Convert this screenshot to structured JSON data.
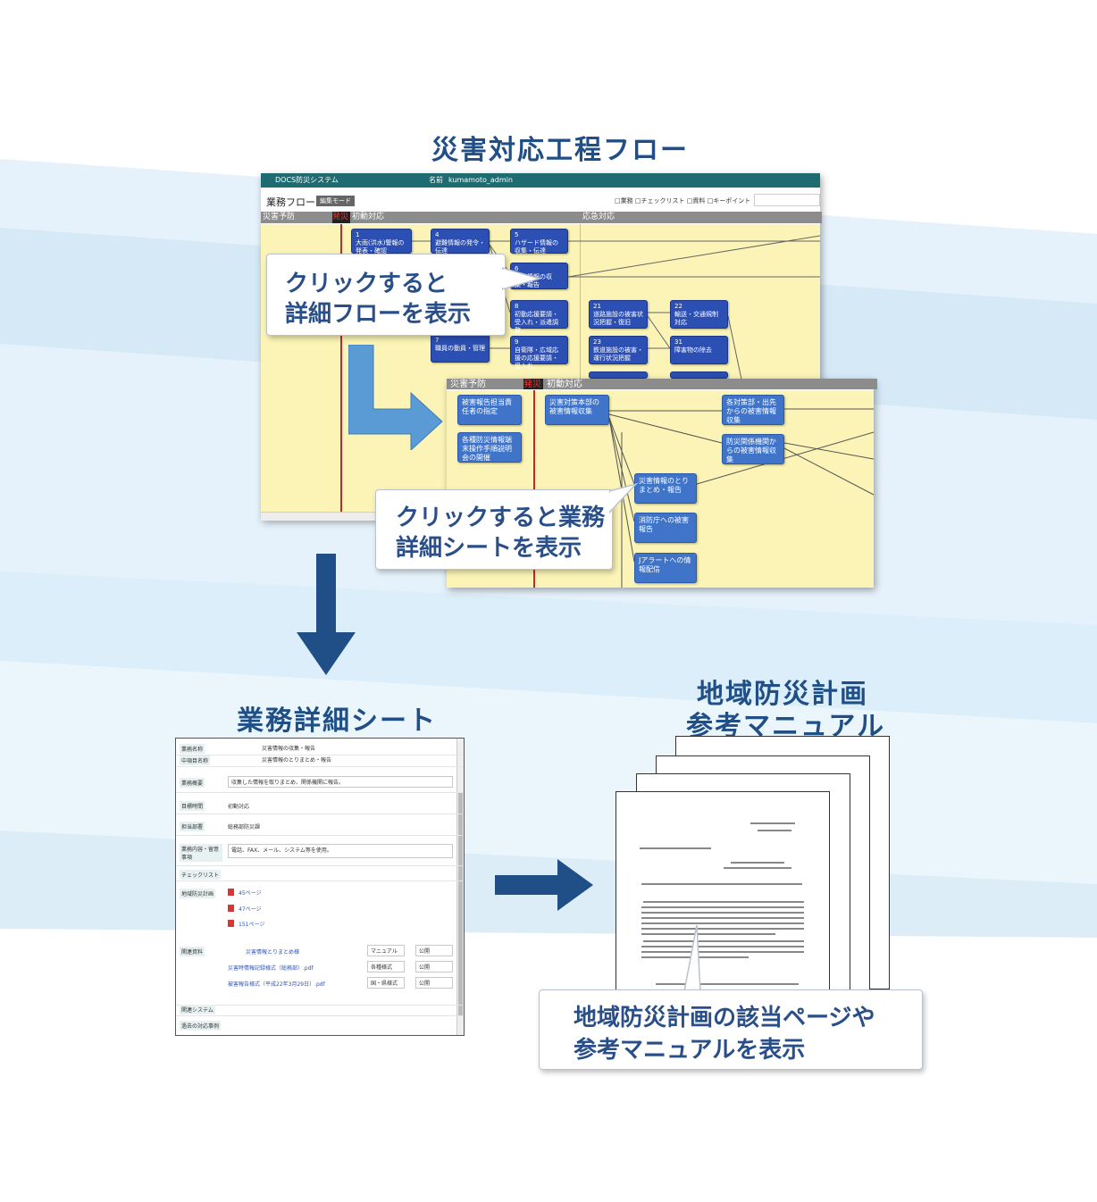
{
  "titles": {
    "main": "災害対応工程フロー",
    "sheet": "業務詳細シート",
    "plan_line1": "地域防災計画",
    "plan_line2": "参考マニュアル"
  },
  "app": {
    "system_name": "DOCS防災システム",
    "user_label": "名前",
    "user_name": "kumamoto_admin",
    "page_title": "業務フロー",
    "mode_button": "編集モード",
    "filters": [
      "□業務",
      "□チェックリスト",
      "□資料",
      "□キーポイント"
    ],
    "lanes": [
      "災害予防",
      "発災",
      "初動対応",
      "応急対応"
    ]
  },
  "flow_nodes": [
    {
      "num": "1",
      "label": "大雨(洪水)警報の発表・確認"
    },
    {
      "num": "4",
      "label": "避難情報の発令・伝達"
    },
    {
      "num": "5",
      "label": "ハザード情報の収集・伝達"
    },
    {
      "num": "6",
      "label": "災害情報の収集・報告"
    },
    {
      "num": "8",
      "label": "初動応援要請・受入れ・派遣調整"
    },
    {
      "num": "7",
      "label": "職員の動員・管理"
    },
    {
      "num": "9",
      "label": "自衛隊・広域応援の応援要請・受入れ"
    },
    {
      "num": "21",
      "label": "道路施設の被害状況把握・復旧"
    },
    {
      "num": "22",
      "label": "輸送・交通規制対応"
    },
    {
      "num": "23",
      "label": "鉄道施設の被害・運行状況把握"
    },
    {
      "num": "31",
      "label": "障害物の除去"
    }
  ],
  "detail_flow": {
    "lanes": [
      "災害予防",
      "発災",
      "初動対応"
    ],
    "nodes": [
      "被害報告担当責任者の指定",
      "災害対策本部の被害情報収集",
      "各対策部・出先からの被害情報収集",
      "各種防災情報端末操作手順説明会の開催",
      "防災関係機関からの被害情報収集",
      "災害情報のとりまとめ・報告",
      "消防庁への被害報告",
      "Jアラートへの情報配信"
    ]
  },
  "callouts": {
    "flow_line1": "クリックすると",
    "flow_line2": "詳細フローを表示",
    "detail_line1": "クリックすると業務",
    "detail_line2": "詳細シートを表示",
    "plan_line1": "地域防災計画の該当ページや",
    "plan_line2": "参考マニュアルを表示"
  },
  "sheet": {
    "rows": [
      {
        "label": "業務名称",
        "value": "災害情報の収集・報告"
      },
      {
        "label": "中項目名称",
        "value": "災害情報のとりまとめ・報告"
      },
      {
        "label": "業務概要",
        "value": "収集した情報を取りまとめ、関係機関に報告。"
      },
      {
        "label": "目標時間",
        "value": "初動対応"
      },
      {
        "label": "担当部署",
        "value": "総務部防災課"
      },
      {
        "label": "業務内容・留意事項",
        "value": "電話、FAX、メール、システム等を使用。"
      },
      {
        "label": "チェックリスト",
        "value": ""
      },
      {
        "label": "地域防災計画",
        "value": ""
      }
    ],
    "plan_pages": [
      "45ページ",
      "47ページ",
      "151ページ"
    ],
    "materials_label": "関連資料",
    "materials": [
      {
        "name": "災害情報とりまとめ様",
        "type": "マニュアル",
        "scope": "公開"
      },
      {
        "name": "災害時情報記録様式（総務部）.pdf",
        "type": "各種様式",
        "scope": "公開"
      },
      {
        "name": "被害報告様式（平成22年3月29日）.pdf",
        "type": "国・県様式",
        "scope": "公開"
      }
    ],
    "footer_rows": [
      "関連システム",
      "過去の対応事例"
    ]
  }
}
